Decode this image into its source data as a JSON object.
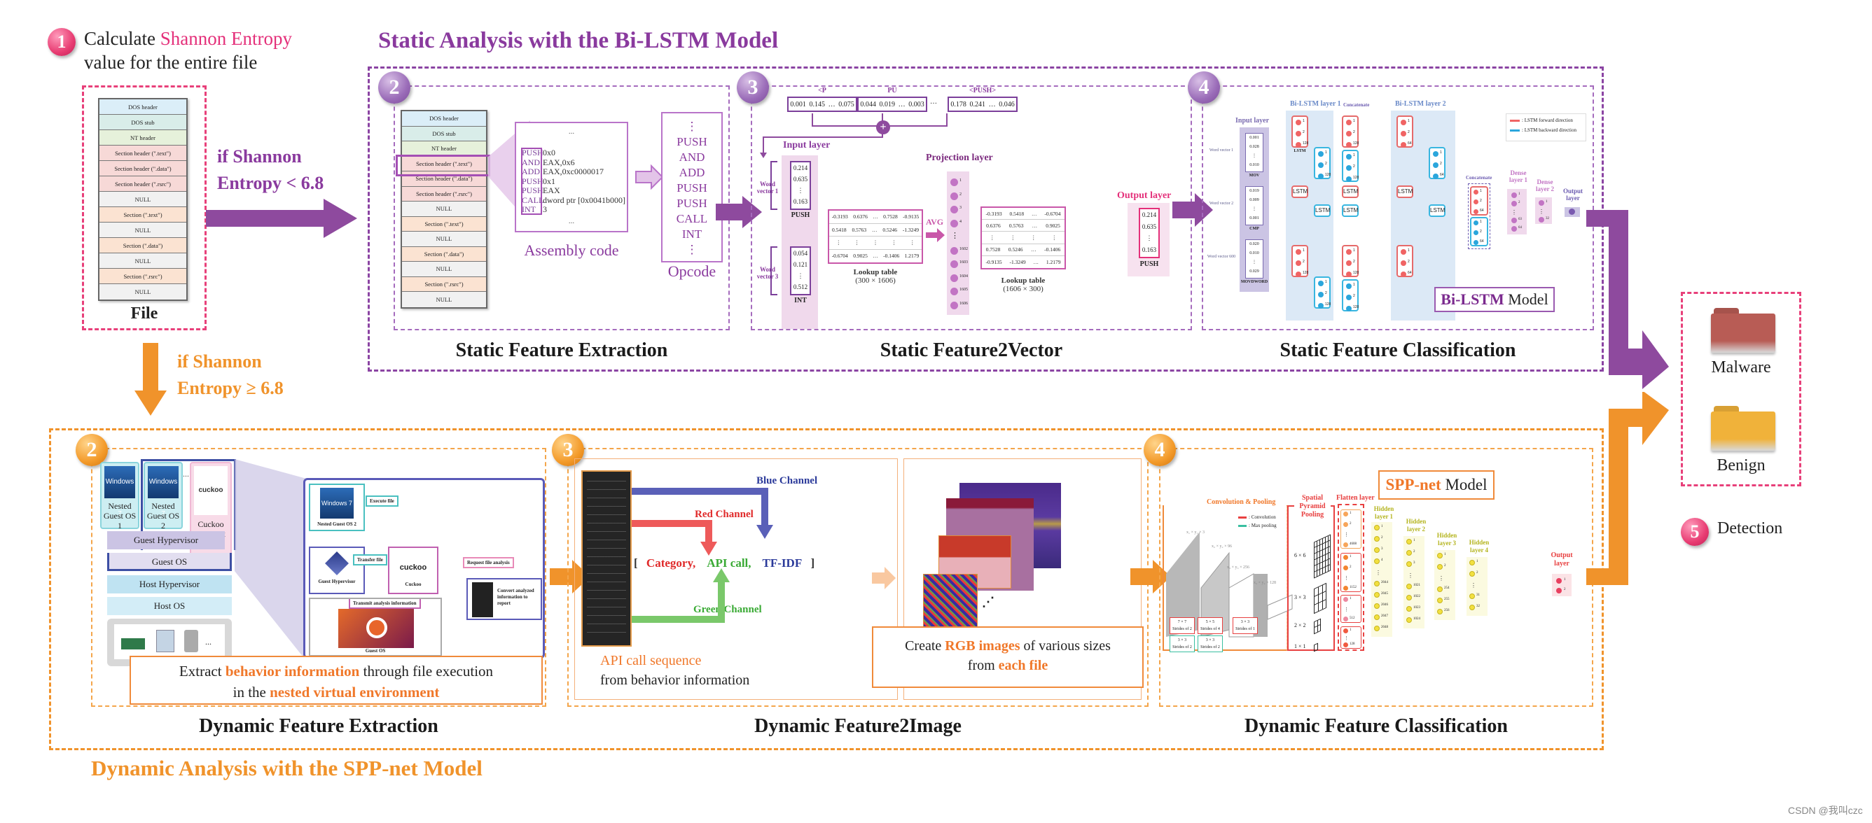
{
  "step1": {
    "badge": "1",
    "text_prefix": "Calculate ",
    "text_highlight": "Shannon Entropy",
    "text_line2": "value for the entire file",
    "file_label": "File",
    "pe_sections": [
      {
        "label": "DOS header",
        "color": "#dbeef8"
      },
      {
        "label": "DOS stub",
        "color": "#d9ede9"
      },
      {
        "label": "NT header",
        "color": "#e6f1db"
      },
      {
        "label": "Section header (\".text\")",
        "color": "#f7d9d7"
      },
      {
        "label": "Section header (\".data\")",
        "color": "#f7d9d7"
      },
      {
        "label": "Section header (\".rsrc\")",
        "color": "#f7d9d7"
      },
      {
        "label": "NULL",
        "color": "#f1f1f1"
      },
      {
        "label": "Section (\".text\")",
        "color": "#fbe3d2"
      },
      {
        "label": "NULL",
        "color": "#f1f1f1"
      },
      {
        "label": "Section (\".data\")",
        "color": "#fbe3d2"
      },
      {
        "label": "NULL",
        "color": "#f1f1f1"
      },
      {
        "label": "Section (\".rsrc\")",
        "color": "#fbe3d2"
      },
      {
        "label": "NULL",
        "color": "#f1f1f1"
      }
    ]
  },
  "conditions": {
    "static_line1": "if Shannon",
    "static_line2": "Entropy < 6.8",
    "dynamic_line1": "if Shannon",
    "dynamic_line2": "Entropy ≥ 6.8"
  },
  "static": {
    "title": "Static Analysis with the Bi-LSTM Model",
    "extraction": {
      "badge": "2",
      "caption": "Static Feature Extraction",
      "highlighted_row": "Section header (\".text\")",
      "assembly_ellipsis_top": "...",
      "assembly_ellipsis_bottom": "...",
      "assembly_lines": [
        {
          "op": "PUSH",
          "arg": "0x0"
        },
        {
          "op": "AND",
          "arg": "EAX,0x6"
        },
        {
          "op": "ADD",
          "arg": "EAX,0xc0000017"
        },
        {
          "op": "PUSH",
          "arg": "0x1"
        },
        {
          "op": "PUSH",
          "arg": "EAX"
        },
        {
          "op": "CALL",
          "arg": "dword ptr [0x0041b000]"
        },
        {
          "op": "INT",
          "arg": "3"
        }
      ],
      "assembly_label": "Assembly code",
      "opcodes": [
        "⋮",
        "PUSH",
        "AND",
        "ADD",
        "PUSH",
        "PUSH",
        "CALL",
        "INT",
        "⋮"
      ],
      "opcode_label": "Opcode"
    },
    "feature2vector": {
      "badge": "3",
      "caption": "Static Feature2Vector",
      "ngram_vectors": [
        {
          "label": "<P",
          "values": [
            "0.001",
            "0.145",
            "…",
            "0.075"
          ]
        },
        {
          "label": "PU",
          "values": [
            "0.044",
            "0.019",
            "…",
            "0.003"
          ]
        },
        {
          "label": "<PUSH>",
          "values": [
            "0.178",
            "0.241",
            "…",
            "0.046"
          ]
        }
      ],
      "ngram_ellipsis": "…",
      "sum_symbol": "+",
      "input_layer_label": "Input layer",
      "word_vector_1": {
        "label": "Word vector 1",
        "values": [
          "0.214",
          "0.635",
          "⋮",
          "0.163"
        ],
        "indices": [
          "0",
          "1",
          "299"
        ],
        "word": "PUSH"
      },
      "word_vector_3": {
        "label": "Word vector 3",
        "values": [
          "0.054",
          "0.121",
          "⋮",
          "0.512"
        ],
        "indices": [
          "0",
          "1",
          "299"
        ],
        "word": "INT"
      },
      "lookup_table_1": {
        "rows": [
          [
            "-0.3193",
            "0.6376",
            "…",
            "0.7528",
            "-0.9135"
          ],
          [
            "0.5418",
            "0.5763",
            "…",
            "0.5246",
            "-1.3249"
          ],
          [
            "⋮",
            "⋮",
            "⋮",
            "⋮",
            "⋮"
          ],
          [
            "-0.6704",
            "0.9025",
            "…",
            "-0.1406",
            "1.2179"
          ]
        ],
        "label": "Lookup table",
        "dims": "(300 × 1606)"
      },
      "avg_label": "AVG",
      "projection_label": "Projection layer",
      "projection_nodes": [
        "1",
        "2",
        "3",
        "4",
        "⋮",
        "1602",
        "1603",
        "1604",
        "1605",
        "1606"
      ],
      "lookup_table_2": {
        "rows": [
          [
            "-0.3193",
            "0.5418",
            "…",
            "-0.6704"
          ],
          [
            "0.6376",
            "0.5763",
            "…",
            "0.9025"
          ],
          [
            "⋮",
            "⋮",
            "⋮",
            "⋮"
          ],
          [
            "0.7528",
            "0.5246",
            "…",
            "-0.1406"
          ],
          [
            "-0.9135",
            "-1.3249",
            "…",
            "1.2179"
          ]
        ],
        "label": "Lookup table",
        "dims": "(1606 × 300)"
      },
      "output_layer_label": "Output layer",
      "output_vector": {
        "values": [
          "0.214",
          "0.635",
          "⋮",
          "0.163"
        ],
        "indices": [
          "0",
          "1",
          "299"
        ],
        "word": "PUSH"
      }
    },
    "classification": {
      "badge": "4",
      "caption": "Static Feature Classification",
      "input_layer_label": "Input layer",
      "word_vectors": [
        {
          "label": "Word vector 1",
          "values": [
            "0.001",
            "0.028",
            "⋮",
            "0.010"
          ],
          "word": "MOV"
        },
        {
          "label": "Word vector 2",
          "values": [
            "0.019",
            "0.009",
            "⋮",
            "0.001"
          ],
          "word": "CMP"
        },
        {
          "label": "Word vector 600",
          "values": [
            "0.020",
            "0.010",
            "⋮",
            "0.029"
          ],
          "word": "MOVDWORD"
        }
      ],
      "bilstm_layer1_label": "Bi-LSTM layer 1",
      "bilstm_layer2_label": "Bi-LSTM layer 2",
      "concatenate_label": "Concatenate",
      "lstm_label": "LSTM",
      "layer1_units": "128",
      "layer2_units": "64",
      "dense1_label": "Dense layer 1",
      "dense1_nodes": [
        "1",
        "2",
        "⋮",
        "63",
        "64"
      ],
      "dense2_label": "Dense layer 2",
      "dense2_nodes": [
        "1",
        "⋮",
        "32"
      ],
      "output_label": "Output layer",
      "output_nodes": [
        "1"
      ],
      "legend": [
        {
          "label": ": LSTM forward direction",
          "color": "#f06464"
        },
        {
          "label": ": LSTM backward direction",
          "color": "#2aa6dc"
        }
      ],
      "model_name_highlight": "Bi-LSTM",
      "model_name_rest": " Model"
    }
  },
  "dynamic": {
    "title": "Dynamic Analysis with the SPP-net Model",
    "extraction": {
      "badge": "2",
      "caption": "Dynamic Feature Extraction",
      "nested_os": [
        {
          "logo": "Windows 7",
          "label": "Nested Guest OS 1"
        },
        {
          "logo": "Windows 7",
          "label": "Nested Guest OS 2"
        }
      ],
      "ellipsis": "...",
      "sandbox_logo": "cuckoo",
      "sandbox_label": "Cuckoo Sandbox",
      "guest_hypervisor": "Guest Hypervisor",
      "guest_os": "Guest OS",
      "host_hypervisor": "Host Hypervisor",
      "host_os": "Host OS",
      "hardware_ellipsis": "...",
      "detail": {
        "nested_guest_label": "Nested Guest OS 2",
        "step_execute": "Execute file",
        "step_transfer": "Transfer file",
        "step_request": "Request file analysis",
        "step_transmit": "Transmit analysis information",
        "guest_hypervisor_label": "Guest Hypervisor",
        "cuckoo_label": "Cuckoo",
        "guest_os_label": "Guest OS",
        "report_label": "Convert analyzed information to report"
      },
      "note_prefix": "Extract ",
      "note_highlight1": "behavior information",
      "note_middle": " through file execution",
      "note_line2_prefix": "in the ",
      "note_highlight2": "nested virtual environment"
    },
    "feature2image": {
      "badge": "3",
      "caption": "Dynamic Feature2Image",
      "blue_channel": "Blue Channel",
      "red_channel": "Red Channel",
      "green_channel": "Green Channel",
      "bracket_open": "[",
      "bracket_close": "]",
      "vector_items": [
        {
          "label": "Category,",
          "color": "#e02a2a"
        },
        {
          "label": "API call,",
          "color": "#3aaa35"
        },
        {
          "label": "TF-IDF",
          "color": "#2b3a9a"
        }
      ],
      "api_label_highlight": "API call sequence",
      "api_label_rest": "from behavior information",
      "rgb_note_prefix": "Create ",
      "rgb_note_highlight1": "RGB images",
      "rgb_note_middle": " of various sizes",
      "rgb_note_line2_prefix": "from ",
      "rgb_note_highlight2": "each file",
      "images_ellipsis": "⋰"
    },
    "classification": {
      "badge": "4",
      "caption": "Dynamic Feature Classification",
      "conv_pool_label": "Convolution & Pooling",
      "legend": [
        {
          "label": ": Convolution",
          "color": "#e84040"
        },
        {
          "label": ": Max pooling",
          "color": "#3abfa0"
        }
      ],
      "feature_maps": [
        "x₁ × y₁ × 3",
        "x₂ × y₂ × 96",
        "x₃ × y₃ × 256",
        "x₄ × y₄ × 128"
      ],
      "conv_ops": [
        {
          "kernel": "7 × 7",
          "stride": "Strides of 2"
        },
        {
          "kernel": "5 × 5",
          "stride": "Strides of 4"
        },
        {
          "kernel": "3 × 3",
          "stride": "Strides of 1"
        }
      ],
      "pool_ops": [
        {
          "kernel": "3 × 3",
          "stride": "Strides of 2"
        },
        {
          "kernel": "3 × 3",
          "stride": "Strides of 2"
        }
      ],
      "spp_label": "Spatial Pyramid Pooling",
      "spp_levels": [
        "6 × 6",
        "3 × 3",
        "2 × 2",
        "1 × 1"
      ],
      "flatten_label": "Flatten layer",
      "flatten_groups": [
        {
          "nodes": [
            "1",
            "2",
            "⋮",
            "4608"
          ]
        },
        {
          "nodes": [
            "1",
            "2",
            "⋮",
            "1152"
          ]
        },
        {
          "nodes": [
            "1",
            "⋮",
            "512"
          ]
        },
        {
          "nodes": [
            "1",
            "⋮",
            "128"
          ]
        }
      ],
      "hidden_layers": [
        {
          "label": "Hidden layer 1",
          "nodes": [
            "1",
            "2",
            "3",
            "4",
            "⋮",
            "2044",
            "2045",
            "2046",
            "2047",
            "2048"
          ]
        },
        {
          "label": "Hidden layer 2",
          "nodes": [
            "1",
            "2",
            "3",
            "⋮",
            "1021",
            "1022",
            "1023",
            "1024"
          ]
        },
        {
          "label": "Hidden layer 3",
          "nodes": [
            "1",
            "2",
            "⋮",
            "254",
            "255",
            "256"
          ]
        },
        {
          "label": "Hidden layer 4",
          "nodes": [
            "1",
            "2",
            "⋮",
            "31",
            "32"
          ]
        }
      ],
      "output_label": "Output layer",
      "output_nodes": [
        "1",
        "2"
      ],
      "model_name_highlight": "SPP-net",
      "model_name_rest": " Model"
    }
  },
  "detection": {
    "badge": "5",
    "label": "Detection",
    "outcomes": [
      {
        "label": "Malware",
        "color": "#b85c55"
      },
      {
        "label": "Benign",
        "color": "#f0b23a"
      }
    ]
  },
  "watermark": "CSDN @我叫czc"
}
